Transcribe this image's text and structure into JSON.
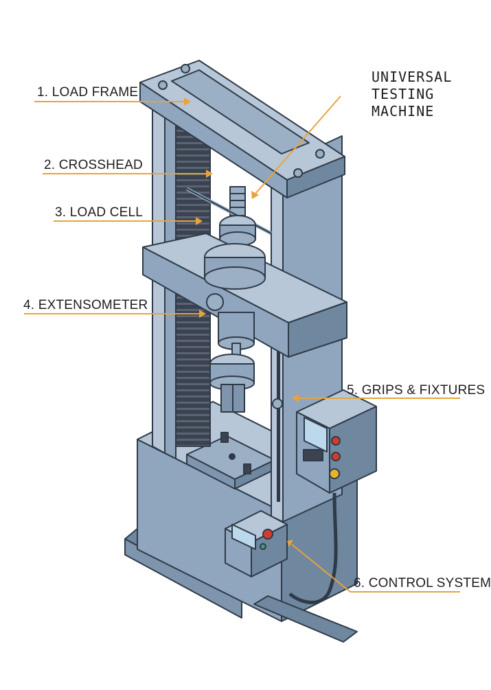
{
  "title": [
    "UNIVERSAL",
    "TESTING",
    "MACHINE"
  ],
  "labels": [
    {
      "id": "load-frame",
      "text": "1. LOAD FRAME"
    },
    {
      "id": "crosshead",
      "text": "2. CROSSHEAD"
    },
    {
      "id": "load-cell",
      "text": "3. LOAD CELL"
    },
    {
      "id": "extensometer",
      "text": "4. EXTENSOMETER"
    },
    {
      "id": "grips-fixtures",
      "text": "5. GRIPS & FIXTURES"
    },
    {
      "id": "control-system",
      "text": "6. CONTROL SYSTEM"
    }
  ],
  "colors": {
    "leader": "#e8a33a",
    "metal_light": "#b7c7d8",
    "metal_mid": "#8fa6be",
    "metal_dark": "#6f879f",
    "outline": "#2e3a48",
    "bellows": "#3b4350",
    "screen": "#bcd8ec",
    "stop_red": "#d63a2f",
    "button_yellow": "#e8b52a"
  }
}
